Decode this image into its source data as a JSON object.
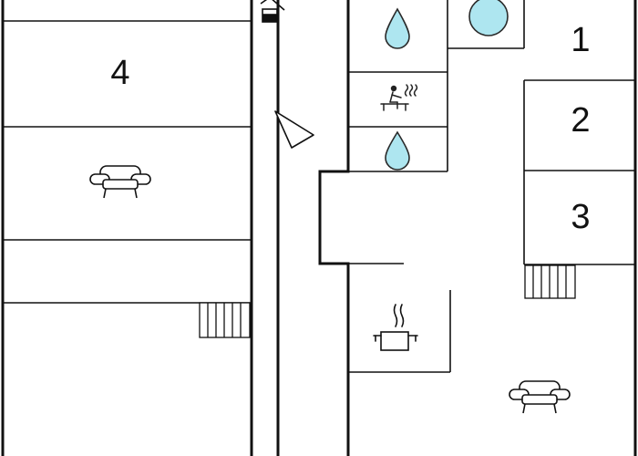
{
  "colors": {
    "wall": "#111111",
    "floor": "#ffffff",
    "water": "#aee6f0",
    "water_outline": "#2a2a2a"
  },
  "rooms": [
    {
      "id": "room-1",
      "number": "1"
    },
    {
      "id": "room-2",
      "number": "2"
    },
    {
      "id": "room-3",
      "number": "3"
    },
    {
      "id": "room-4",
      "number": "4"
    }
  ],
  "icons": [
    "water-drop-icon",
    "sauna-icon",
    "whirlpool-icon",
    "sofa-icon",
    "kitchen-pot-icon",
    "fireplace-icon",
    "stairs-icon",
    "direction-triangle-icon"
  ]
}
